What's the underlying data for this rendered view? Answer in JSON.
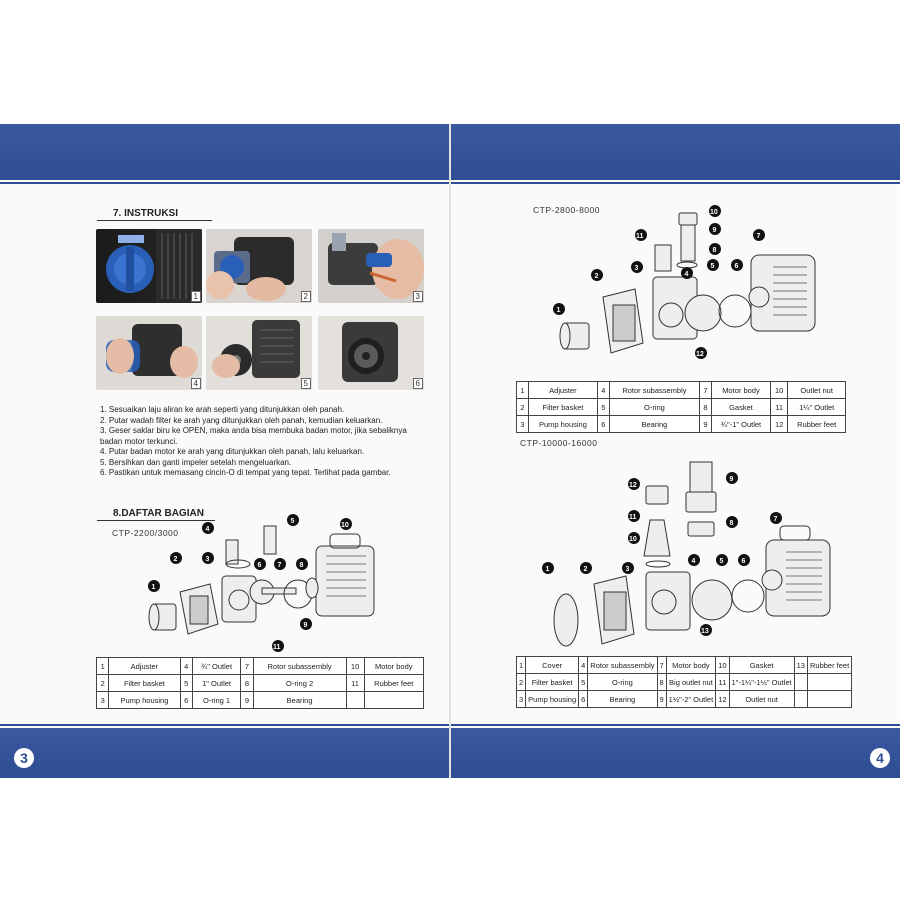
{
  "left_page": {
    "page_number": "3",
    "section_instructions": "7. INSTRUKSI",
    "photos": [
      {
        "num": "1"
      },
      {
        "num": "2"
      },
      {
        "num": "3"
      },
      {
        "num": "4"
      },
      {
        "num": "5"
      },
      {
        "num": "6"
      }
    ],
    "instructions": [
      "1. Sesuaikan laju aliran ke arah seperti yang ditunjukkan oleh panah.",
      "2. Putar wadah filter ke arah yang ditunjukkan oleh panah, kemudian keluarkan.",
      "3. Geser saklar biru ke OPEN, maka anda bisa membuka badan motor, jika sebaliknya badan motor terkunci.",
      "4. Putar badan motor ke arah yang ditunjukkan oleh panah, lalu keluarkan.",
      "5. Bersihkan dan ganti impeler setelah mengeluarkan.",
      "6. Pastikan untuk memasang cincin-O di tempat yang tepat.  Terlihat pada gambar."
    ],
    "section_parts": "8.DAFTAR BAGIAN",
    "model": "CTP-2200/3000",
    "parts_table": [
      [
        "1",
        "Adjuster",
        "4",
        "¾\" Outlet",
        "7",
        "Rotor subassembly",
        "10",
        "Motor body"
      ],
      [
        "2",
        "Filter basket",
        "5",
        "1\" Outlet",
        "8",
        "O-ring 2",
        "11",
        "Rubber feet"
      ],
      [
        "3",
        "Pump housing",
        "6",
        "O-ring 1",
        "9",
        "Bearing",
        "",
        ""
      ]
    ]
  },
  "right_page": {
    "page_number": "4",
    "model_a": "CTP-2800-8000",
    "parts_table_a": [
      [
        "1",
        "Adjuster",
        "4",
        "Rotor subassembly",
        "7",
        "Motor body",
        "10",
        "Outlet nut"
      ],
      [
        "2",
        "Filter basket",
        "5",
        "O-ring",
        "8",
        "Gasket",
        "11",
        "1¼\" Outlet"
      ],
      [
        "3",
        "Pump housing",
        "6",
        "Bearing",
        "9",
        "¾\"-1\" Outlet",
        "12",
        "Rubber feet"
      ]
    ],
    "model_b": "CTP-10000-16000",
    "parts_table_b": [
      [
        "1",
        "Cover",
        "4",
        "Rotor subassembly",
        "7",
        "Motor body",
        "10",
        "Gasket",
        "13",
        "Rubber feet"
      ],
      [
        "2",
        "Filter basket",
        "5",
        "O-ring",
        "8",
        "Big outlet nut",
        "11",
        "1\"-1¼\"-1½\" Outlet",
        "",
        ""
      ],
      [
        "3",
        "Pump housing",
        "6",
        "Bearing",
        "9",
        "1½\"-2\" Outlet",
        "12",
        "Outlet nut",
        "",
        ""
      ]
    ]
  },
  "colors": {
    "band": "#2f4d93",
    "knob": "#2a5fb8"
  }
}
